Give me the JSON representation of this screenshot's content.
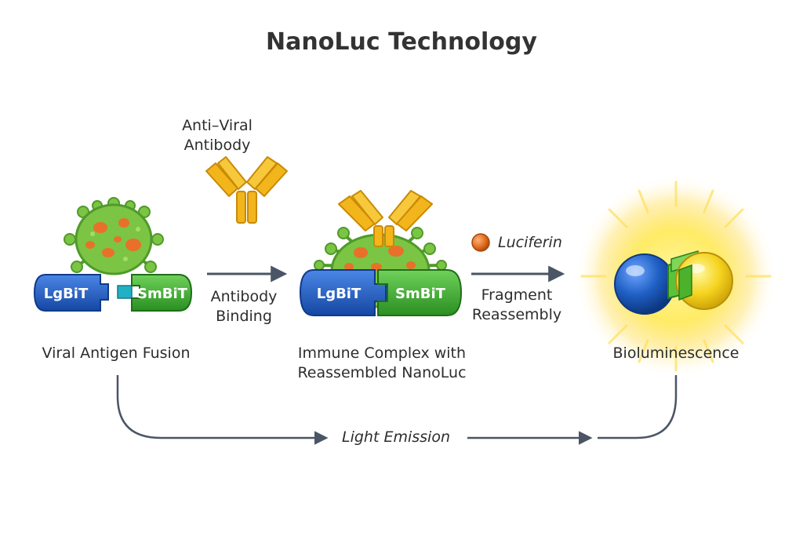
{
  "title": "NanoLuc Technology",
  "labels": {
    "antibody": [
      "Anti–Viral",
      "Antibody"
    ],
    "viral_antigen_fusion": "Viral Antigen Fusion",
    "antibody_binding": [
      "Antibody",
      "Binding"
    ],
    "immune_complex": [
      "Immune Complex with",
      "Reassembled NanoLuc"
    ],
    "luciferin": "Luciferin",
    "fragment_reassembly": [
      "Fragment",
      "Reassembly"
    ],
    "bioluminescence": "Bioluminescence",
    "light_emission": "Light Emission"
  },
  "fragments": {
    "large": "LgBiT",
    "small": "SmBiT"
  },
  "colors": {
    "lgbit_blue": "#1f5fc4",
    "smbit_green": "#3cb034",
    "virus_green": "#7cc443",
    "virus_spot_orange": "#e8702a",
    "antibody_gold": "#f2b51c",
    "luciferin_orange": "#e0701f",
    "glow_yellow": "#ffe84a",
    "arrow_gray": "#4a5566"
  }
}
